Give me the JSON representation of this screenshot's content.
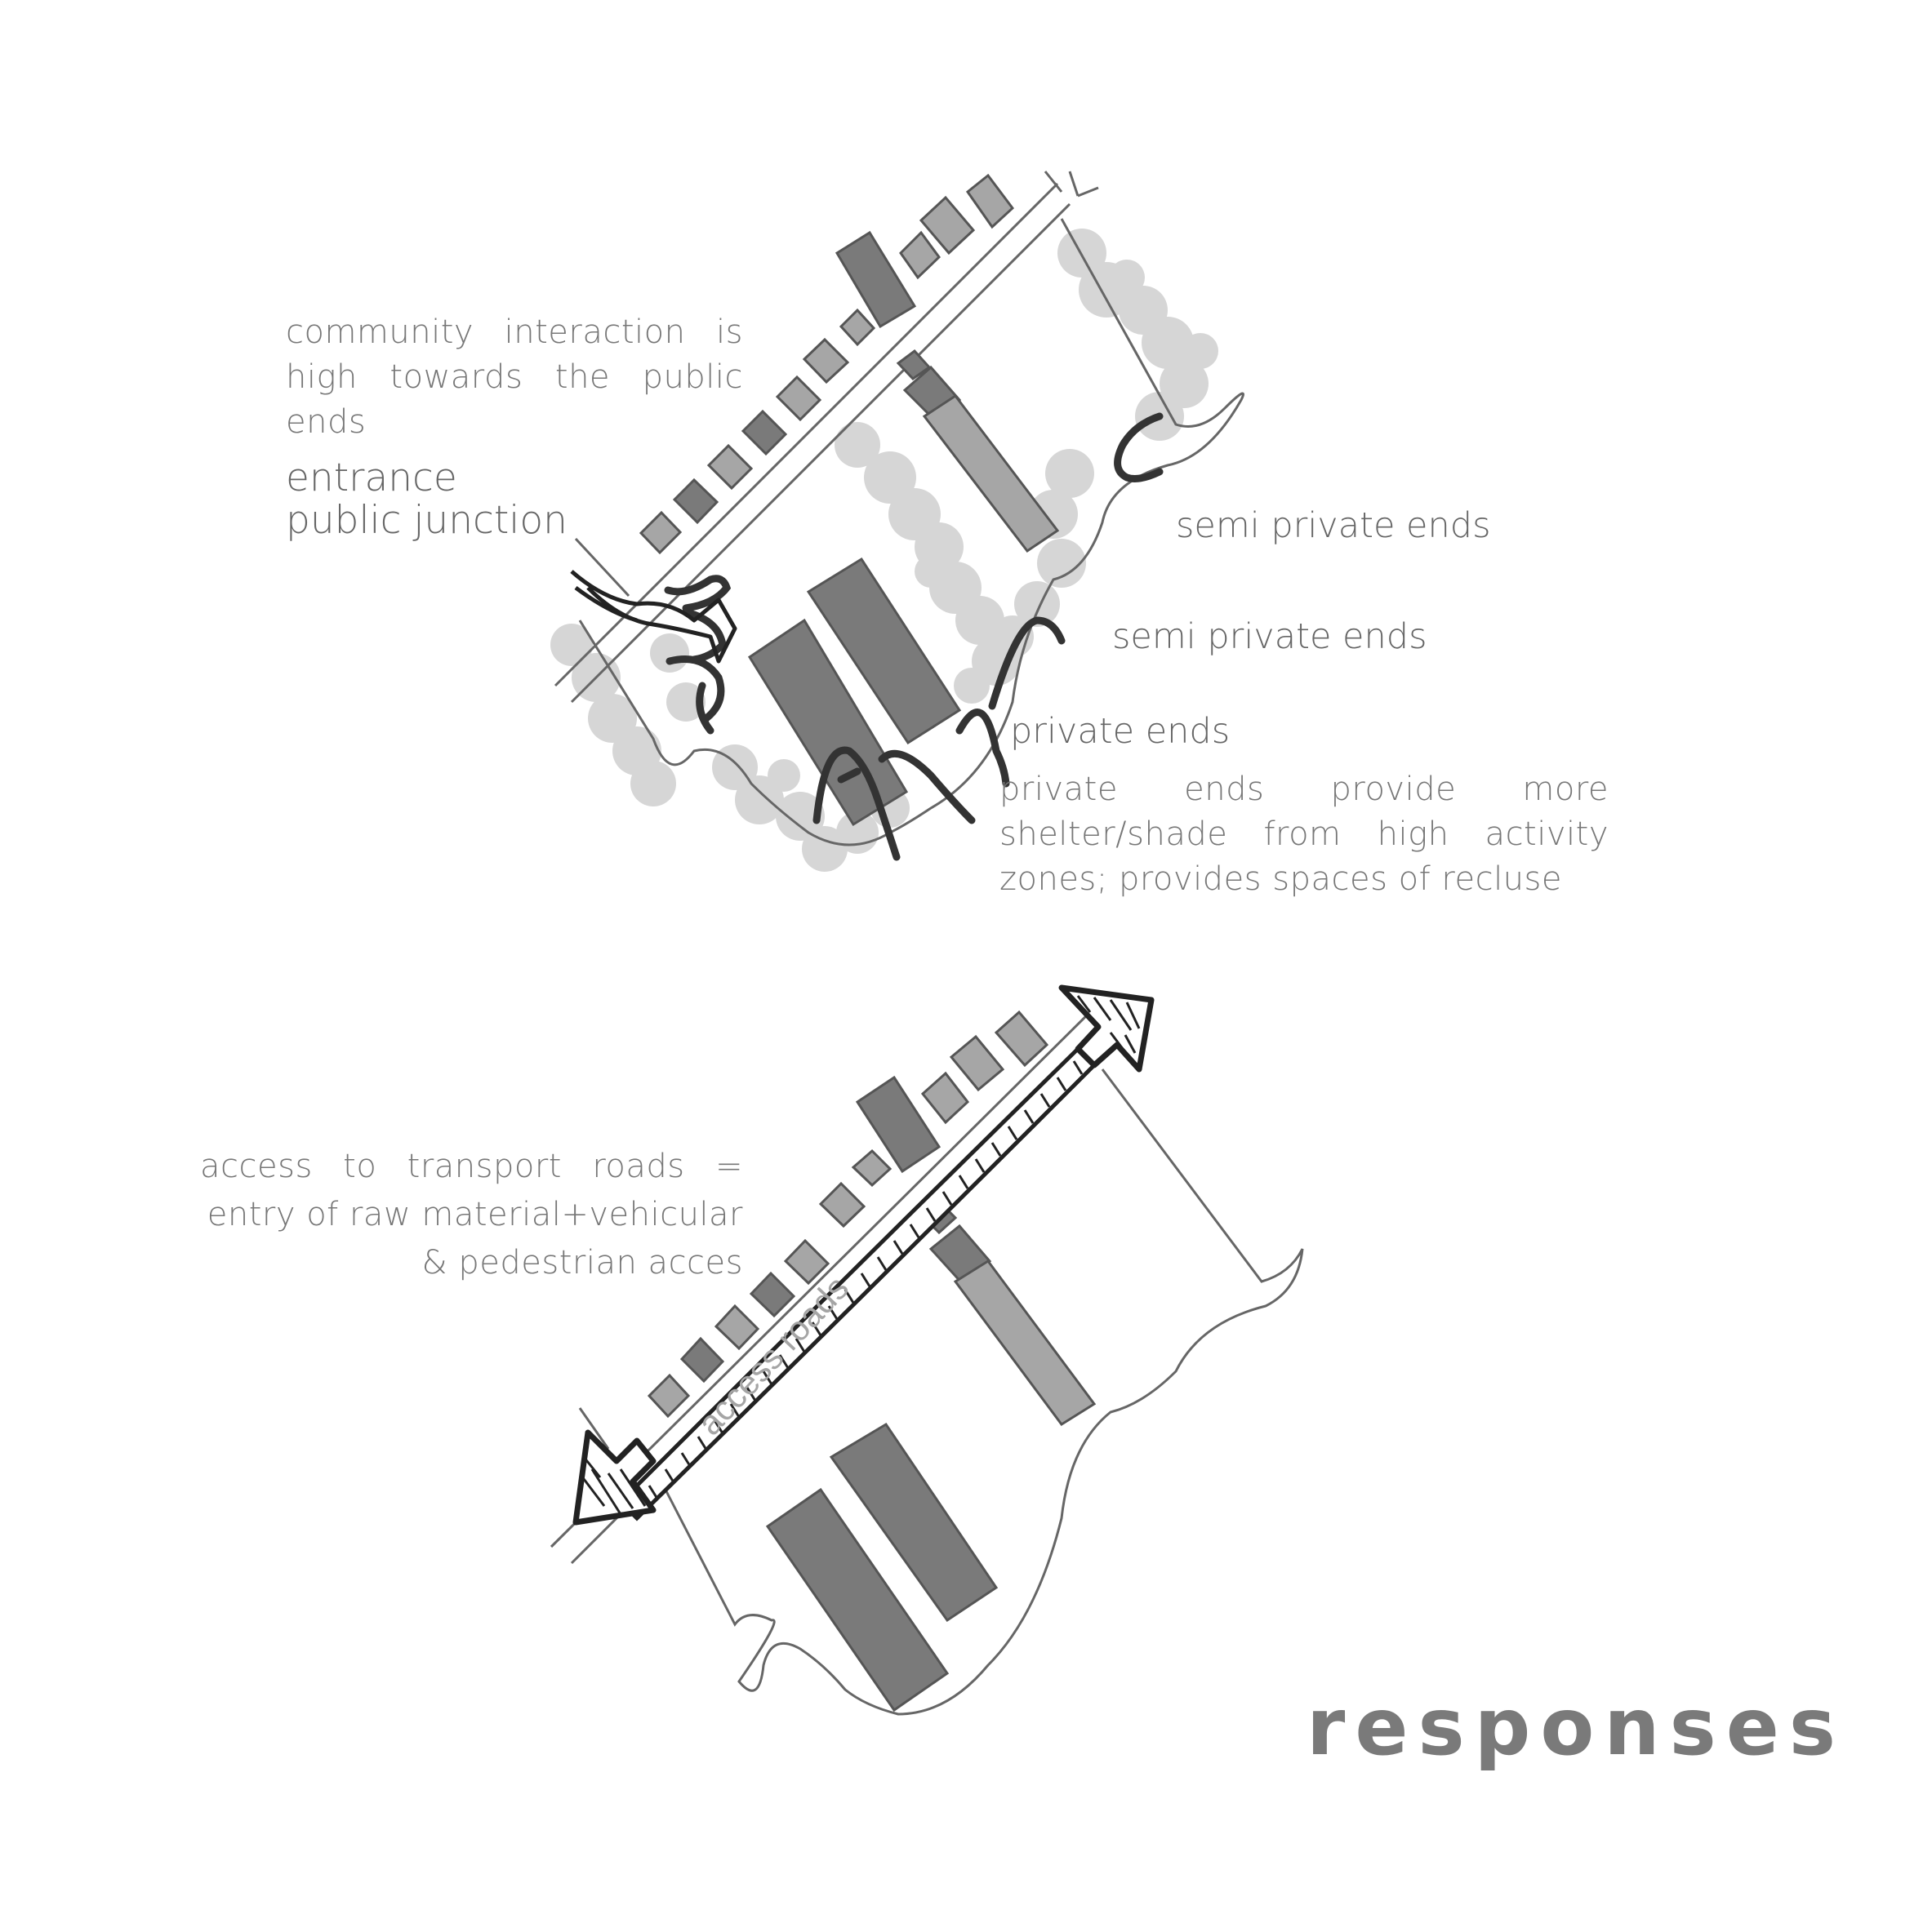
{
  "diagram": {
    "title": "responses",
    "top": {
      "community_note": "community interaction is high towards the public ends",
      "entrance_label_1": "entrance",
      "entrance_label_2": "public junction",
      "semi_private_1": "semi private ends",
      "semi_private_2": "semi private ends",
      "private_label": "private ends",
      "private_note": "private ends provide more shelter/shade from high activity zones; provides spaces of recluse"
    },
    "bottom": {
      "access_note_1": "access to transport roads =",
      "access_note_2": "entry of raw material+vehicular",
      "access_note_3": "& pedestrian acces",
      "road_label": "access roads"
    }
  },
  "colors": {
    "dark_block": "#777777",
    "light_block": "#a6a6a6",
    "outline": "#555555",
    "tree": "#cfcfcf",
    "arrow": "#222222",
    "text": "#6a6a6a"
  }
}
